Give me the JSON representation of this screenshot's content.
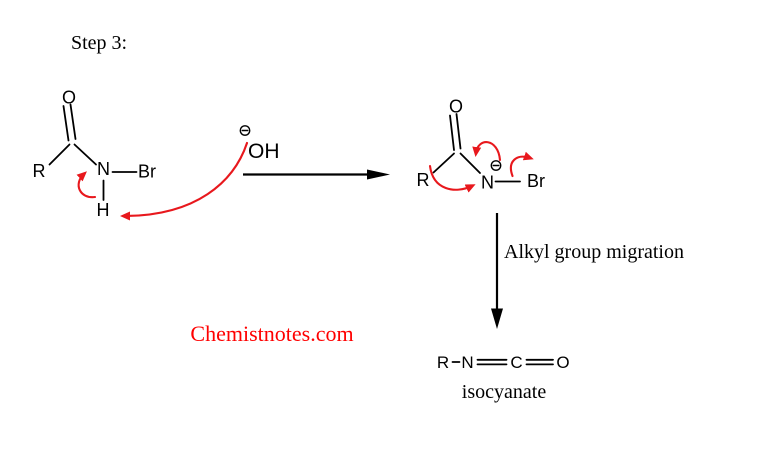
{
  "title": "Step 3:",
  "watermark": "Chemistnotes.com",
  "colors": {
    "ink": "#000000",
    "arrow": "#e8181d",
    "watermark": "#ff0000"
  },
  "left_structure": {
    "o": "O",
    "r": "R",
    "n": "N",
    "br": "Br",
    "h": "H"
  },
  "hydroxide": {
    "label": "OH",
    "charge_icon": "negative-charge"
  },
  "right_structure": {
    "o": "O",
    "r": "R",
    "n": "N",
    "br": "Br",
    "charge_icon": "negative-charge"
  },
  "migration_label": "Alkyl group migration",
  "product": {
    "r": "R",
    "n": "N",
    "c": "C",
    "o": "O",
    "name": "isocyanate"
  }
}
